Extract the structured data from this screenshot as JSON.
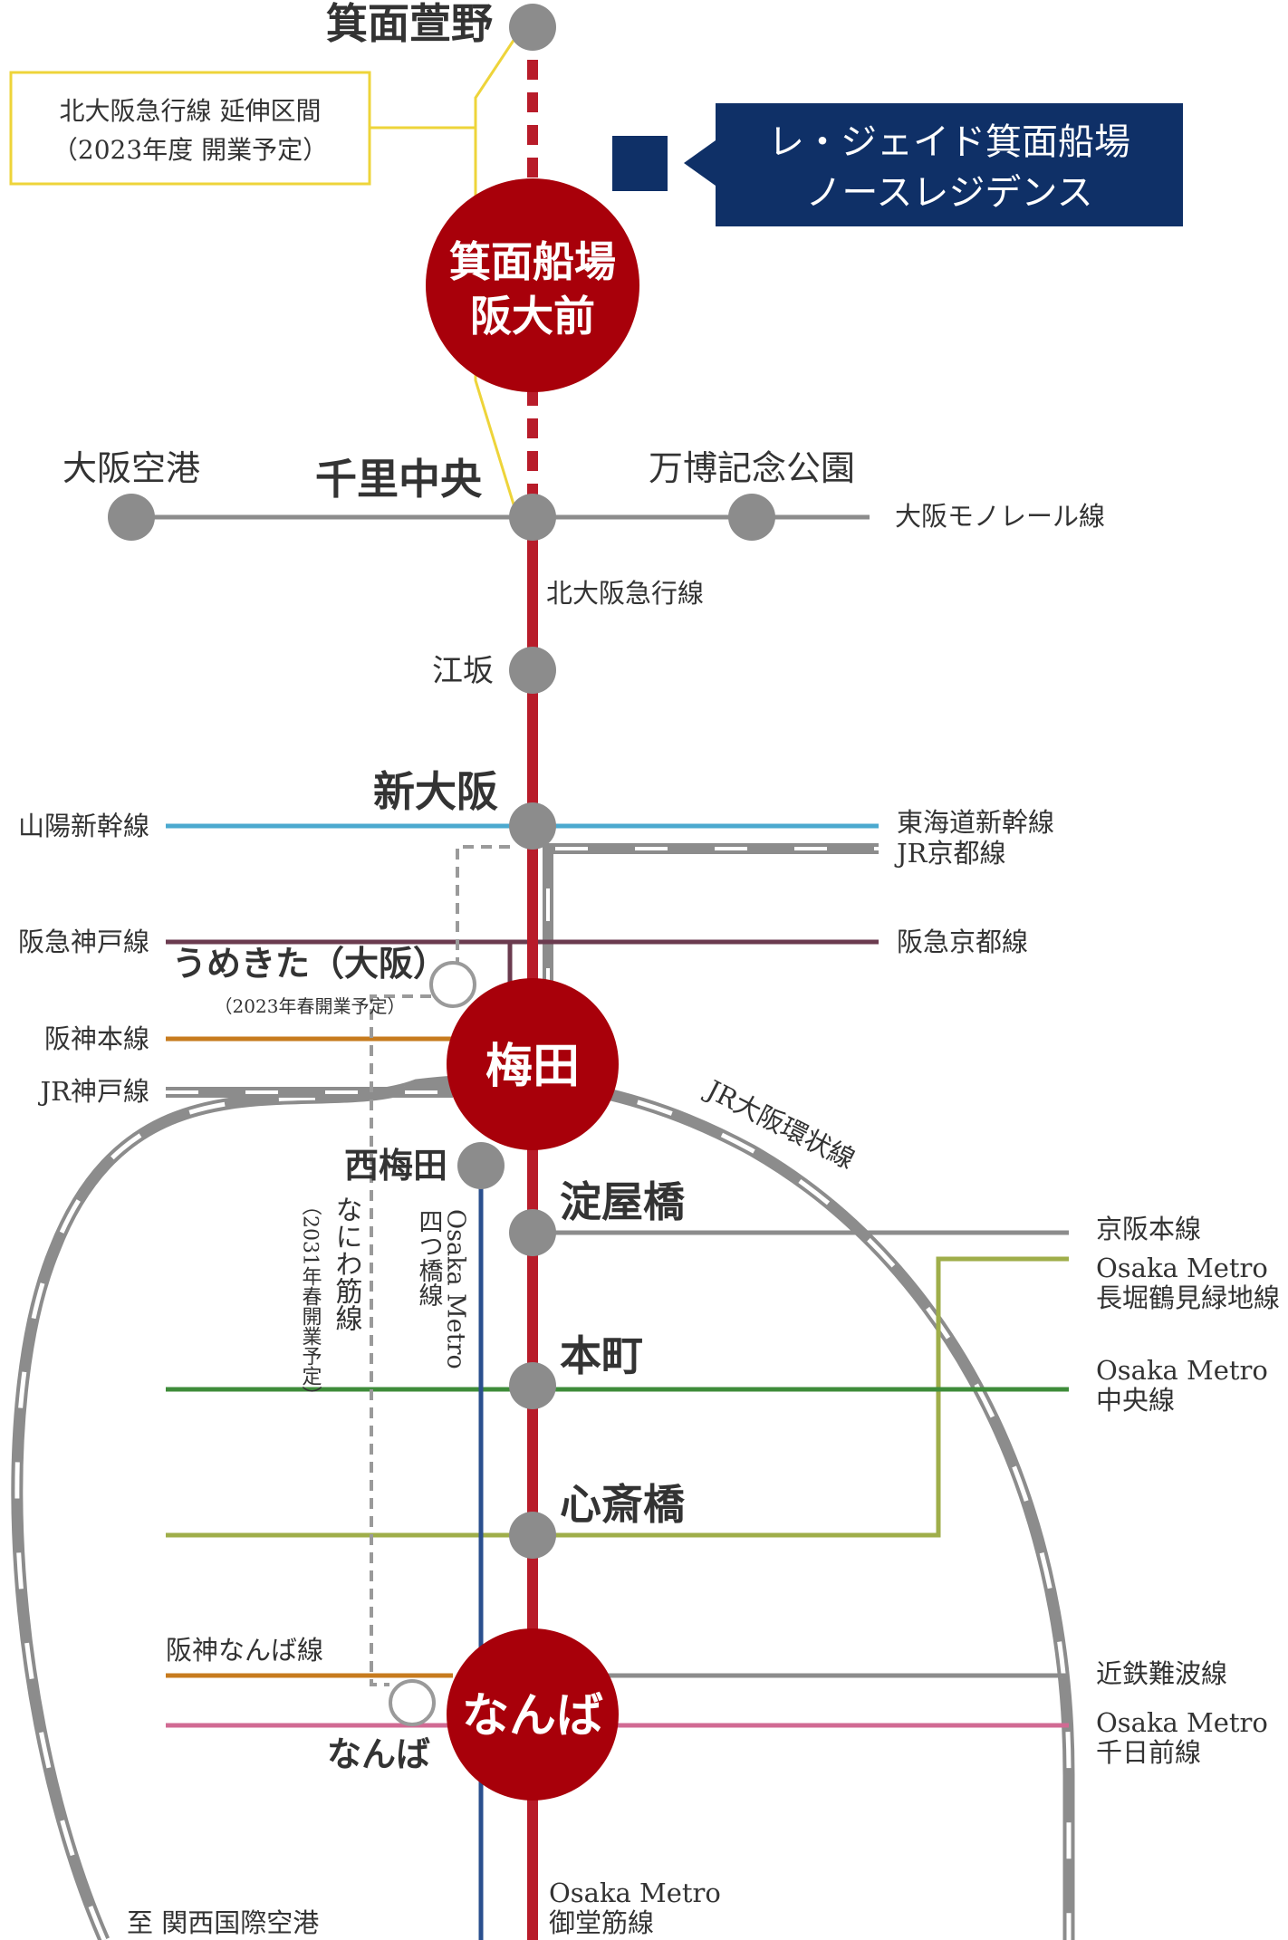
{
  "stations": {
    "minoh_kayano": "箕面萱野",
    "minoh_senba_1": "箕面船場",
    "minoh_senba_2": "阪大前",
    "senri_chuo": "千里中央",
    "osaka_airport": "大阪空港",
    "banpaku": "万博記念公園",
    "esaka": "江坂",
    "shin_osaka": "新大阪",
    "umekita": "うめきた（大阪）",
    "umekita_note": "（2023年春開業予定）",
    "umeda": "梅田",
    "nishi_umeda": "西梅田",
    "yodoyabashi": "淀屋橋",
    "honmachi": "本町",
    "shinsaibashi": "心斎橋",
    "namba_hub": "なんば",
    "namba_jr": "なんば"
  },
  "callouts": {
    "extension_line1": "北大阪急行線 延伸区間",
    "extension_line2": "（2023年度 開業予定）",
    "property_line1": "レ・ジェイド箕面船場",
    "property_line2": "ノースレジデンス"
  },
  "lines": {
    "monorail": "大阪モノレール線",
    "kita_osaka_kyuko": "北大阪急行線",
    "sanyo_shinkansen": "山陽新幹線",
    "tokaido_shinkansen": "東海道新幹線",
    "jr_kyoto": "JR京都線",
    "hankyu_kobe": "阪急神戸線",
    "hankyu_kyoto": "阪急京都線",
    "hanshin_main": "阪神本線",
    "jr_kobe": "JR神戸線",
    "jr_loop": "JR大阪環状線",
    "naniwa_1": "なにわ筋線",
    "naniwa_2": "（2031年春開業予定）",
    "yotsubashi_1": "Osaka Metro",
    "yotsubashi_2": "四つ橋線",
    "keihan": "京阪本線",
    "nagahori_1": "Osaka Metro",
    "nagahori_2": "長堀鶴見緑地線",
    "chuo_1": "Osaka Metro",
    "chuo_2": "中央線",
    "hanshin_namba": "阪神なんば線",
    "kintetsu_namba": "近鉄難波線",
    "sennichimae_1": "Osaka Metro",
    "sennichimae_2": "千日前線",
    "midosuji_1": "Osaka Metro",
    "midosuji_2": "御堂筋線",
    "kansai_airport": "至 関西国際空港"
  },
  "colors": {
    "midosuji": "#b81c2a",
    "hub": "#a8000a",
    "station_gray": "#8c8c8c",
    "navy": "#0f3067",
    "callout_yellow": "#eed43a",
    "sanyo_tokaido": "#4ba9cf",
    "hankyu": "#6b3b4f",
    "hanshin": "#c77b1e",
    "green_chuo": "#3e8c3a",
    "olive_nagahori": "#9fae4a",
    "pink_sennichimae": "#d16a93",
    "blue_yotsubashi": "#2a4f8e",
    "gray_lines": "#8c8c8c"
  }
}
